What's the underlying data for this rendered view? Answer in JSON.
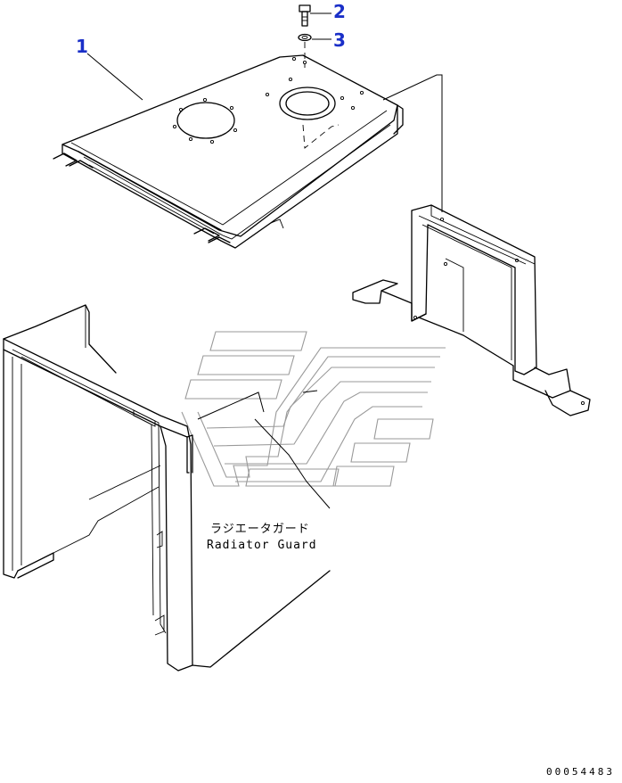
{
  "callouts": [
    {
      "number": "1",
      "part": "top cover"
    },
    {
      "number": "2",
      "part": "bolt"
    },
    {
      "number": "3",
      "part": "washer"
    }
  ],
  "caption": {
    "japanese": "ラジエータガード",
    "english": "Radiator Guard"
  },
  "document_number": "00054483",
  "colors": {
    "callout_text": "#1a2fc8",
    "line_art": "#000000",
    "watermark": "#9a9a9a"
  }
}
